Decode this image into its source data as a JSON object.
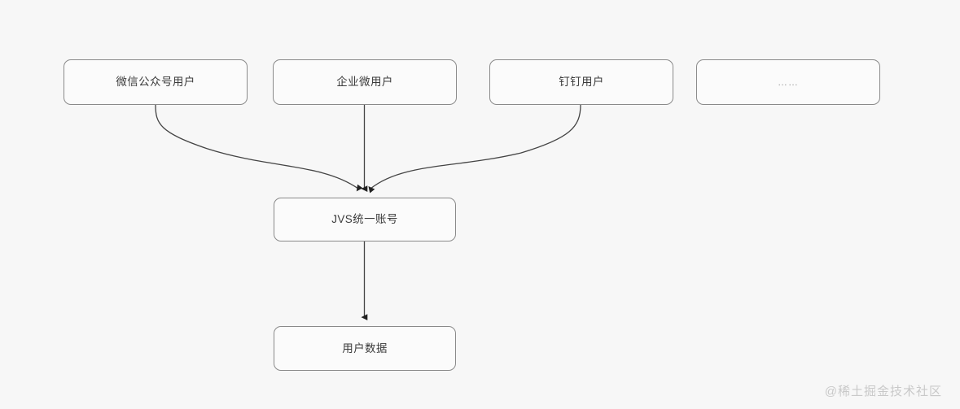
{
  "diagram": {
    "background_color": "#f7f7f7",
    "node_fill": "#fbfbfb",
    "node_stroke": "#8a8a8a",
    "edge_stroke": "#444444",
    "text_color": "#3b3b3b",
    "sources": [
      {
        "id": "n1",
        "label": "微信公众号用户",
        "muted": false
      },
      {
        "id": "n2",
        "label": "企业微用户",
        "muted": false
      },
      {
        "id": "n3",
        "label": "钉钉用户",
        "muted": false
      },
      {
        "id": "n4",
        "label": "……",
        "muted": true
      }
    ],
    "hub": {
      "id": "n5",
      "label": "JVS统一账号"
    },
    "sink": {
      "id": "n6",
      "label": "用户数据"
    },
    "edges": [
      {
        "from": "n1",
        "to": "n5",
        "style": "curve"
      },
      {
        "from": "n2",
        "to": "n5",
        "style": "straight"
      },
      {
        "from": "n3",
        "to": "n5",
        "style": "curve"
      },
      {
        "from": "n5",
        "to": "n6",
        "style": "straight"
      }
    ]
  },
  "watermark": {
    "text": "@稀土掘金技术社区"
  }
}
